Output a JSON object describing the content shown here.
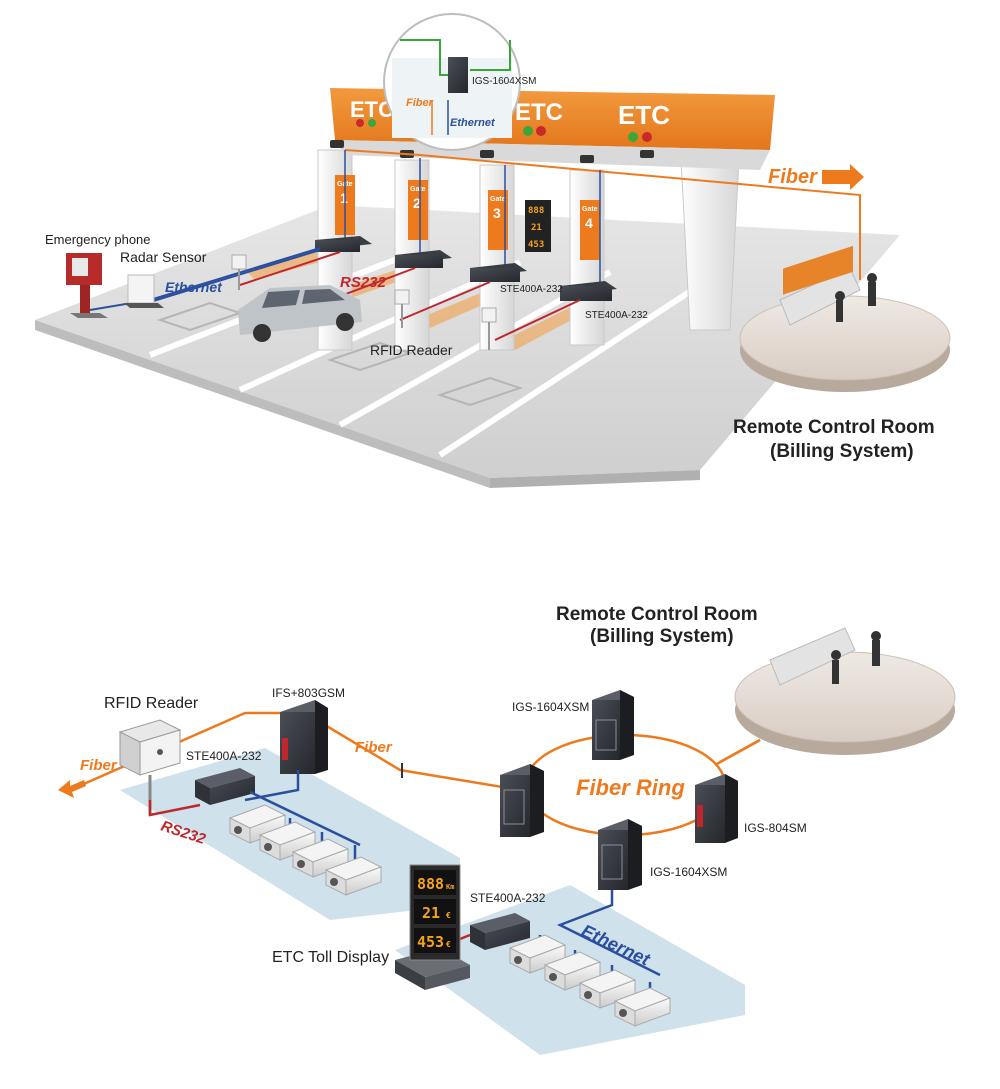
{
  "top": {
    "etc_signs": [
      "ETC",
      "ETC",
      "ETC"
    ],
    "zoom_switch_label": "IGS-1604XSM",
    "zoom_fiber": "Fiber",
    "zoom_ethernet": "Ethernet",
    "gates": [
      {
        "word": "Gate",
        "num": "1"
      },
      {
        "word": "Gate",
        "num": "2"
      },
      {
        "word": "Gate",
        "num": "3"
      },
      {
        "word": "Gate",
        "num": "4"
      }
    ],
    "gate_display": [
      "888",
      "21",
      "453"
    ],
    "fiber_label": "Fiber",
    "emergency_phone": "Emergency phone",
    "radar_sensor": "Radar Sensor",
    "ethernet_label": "Ethernet",
    "rs232_label": "RS232",
    "rfid_reader": "RFID Reader",
    "ste_labels": [
      "STE400A-232",
      "STE400A-232"
    ],
    "control_room_line1": "Remote Control Room",
    "control_room_line2": "(Billing System)"
  },
  "bottom": {
    "control_room_line1": "Remote Control Room",
    "control_room_line2": "(Billing System)",
    "rfid_reader": "RFID Reader",
    "ifs_label": "IFS+803GSM",
    "ste_top": "STE400A-232",
    "ste_bottom": "STE400A-232",
    "fiber_left": "Fiber",
    "fiber_mid": "Fiber",
    "rs232_label": "RS232",
    "igs_top": "IGS-1604XSM",
    "igs_bottom": "IGS-1604XSM",
    "igs_right": "IGS-804SM",
    "fiber_ring": "Fiber Ring",
    "ethernet_label": "Ethernet",
    "toll_display_label": "ETC Toll Display",
    "toll_display": [
      {
        "value": "888",
        "unit": "Km"
      },
      {
        "value": "21",
        "unit": "€"
      },
      {
        "value": "453",
        "unit": "€"
      }
    ]
  },
  "colors": {
    "orange": "#f08a24",
    "ethernet_blue": "#2a4f9e",
    "rs232_red": "#c0272d",
    "platform_blue": "#cfe1ea",
    "floor_gray": "#dcdcdc"
  }
}
